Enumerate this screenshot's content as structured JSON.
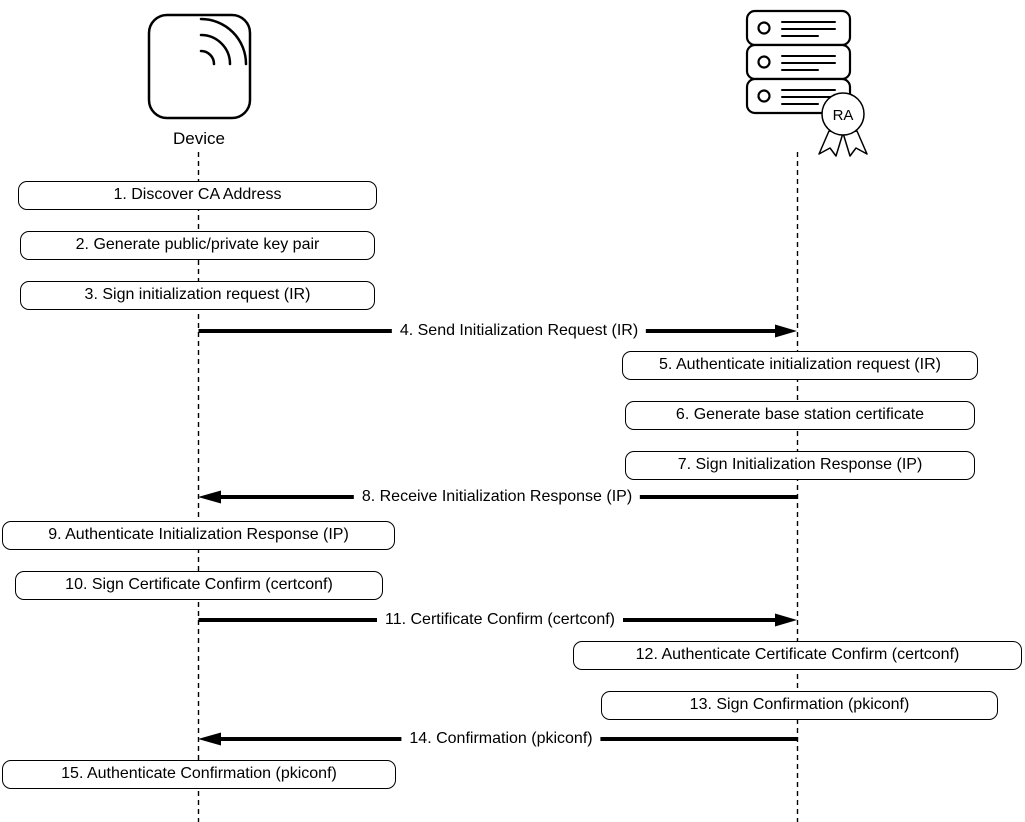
{
  "colors": {
    "stroke": "#000000",
    "fill": "#ffffff",
    "text": "#000000"
  },
  "actors": {
    "device": {
      "label": "Device",
      "icon": "wireless-device-icon"
    },
    "ra": {
      "badge": "RA",
      "icon": "server-stack-icon"
    }
  },
  "steps": [
    {
      "num": 1,
      "kind": "action",
      "actor": "device",
      "label": "1. Discover CA Address"
    },
    {
      "num": 2,
      "kind": "action",
      "actor": "device",
      "label": "2. Generate public/private key pair"
    },
    {
      "num": 3,
      "kind": "action",
      "actor": "device",
      "label": "3. Sign initialization request (IR)"
    },
    {
      "num": 4,
      "kind": "message",
      "from": "device",
      "to": "ra",
      "label": "4. Send Initialization Request (IR)"
    },
    {
      "num": 5,
      "kind": "action",
      "actor": "ra",
      "label": "5. Authenticate initialization request (IR)"
    },
    {
      "num": 6,
      "kind": "action",
      "actor": "ra",
      "label": "6. Generate base station certificate"
    },
    {
      "num": 7,
      "kind": "action",
      "actor": "ra",
      "label": "7. Sign Initialization Response (IP)"
    },
    {
      "num": 8,
      "kind": "message",
      "from": "ra",
      "to": "device",
      "label": "8. Receive Initialization Response (IP)"
    },
    {
      "num": 9,
      "kind": "action",
      "actor": "device",
      "label": "9. Authenticate Initialization Response (IP)"
    },
    {
      "num": 10,
      "kind": "action",
      "actor": "device",
      "label": "10. Sign Certificate Confirm (certconf)"
    },
    {
      "num": 11,
      "kind": "message",
      "from": "device",
      "to": "ra",
      "label": "11. Certificate Confirm (certconf)"
    },
    {
      "num": 12,
      "kind": "action",
      "actor": "ra",
      "label": "12. Authenticate Certificate Confirm (certconf)"
    },
    {
      "num": 13,
      "kind": "action",
      "actor": "ra",
      "label": "13. Sign Confirmation (pkiconf)"
    },
    {
      "num": 14,
      "kind": "message",
      "from": "ra",
      "to": "device",
      "label": "14. Confirmation (pkiconf)"
    },
    {
      "num": 15,
      "kind": "action",
      "actor": "device",
      "label": "15. Authenticate Confirmation (pkiconf)"
    }
  ]
}
